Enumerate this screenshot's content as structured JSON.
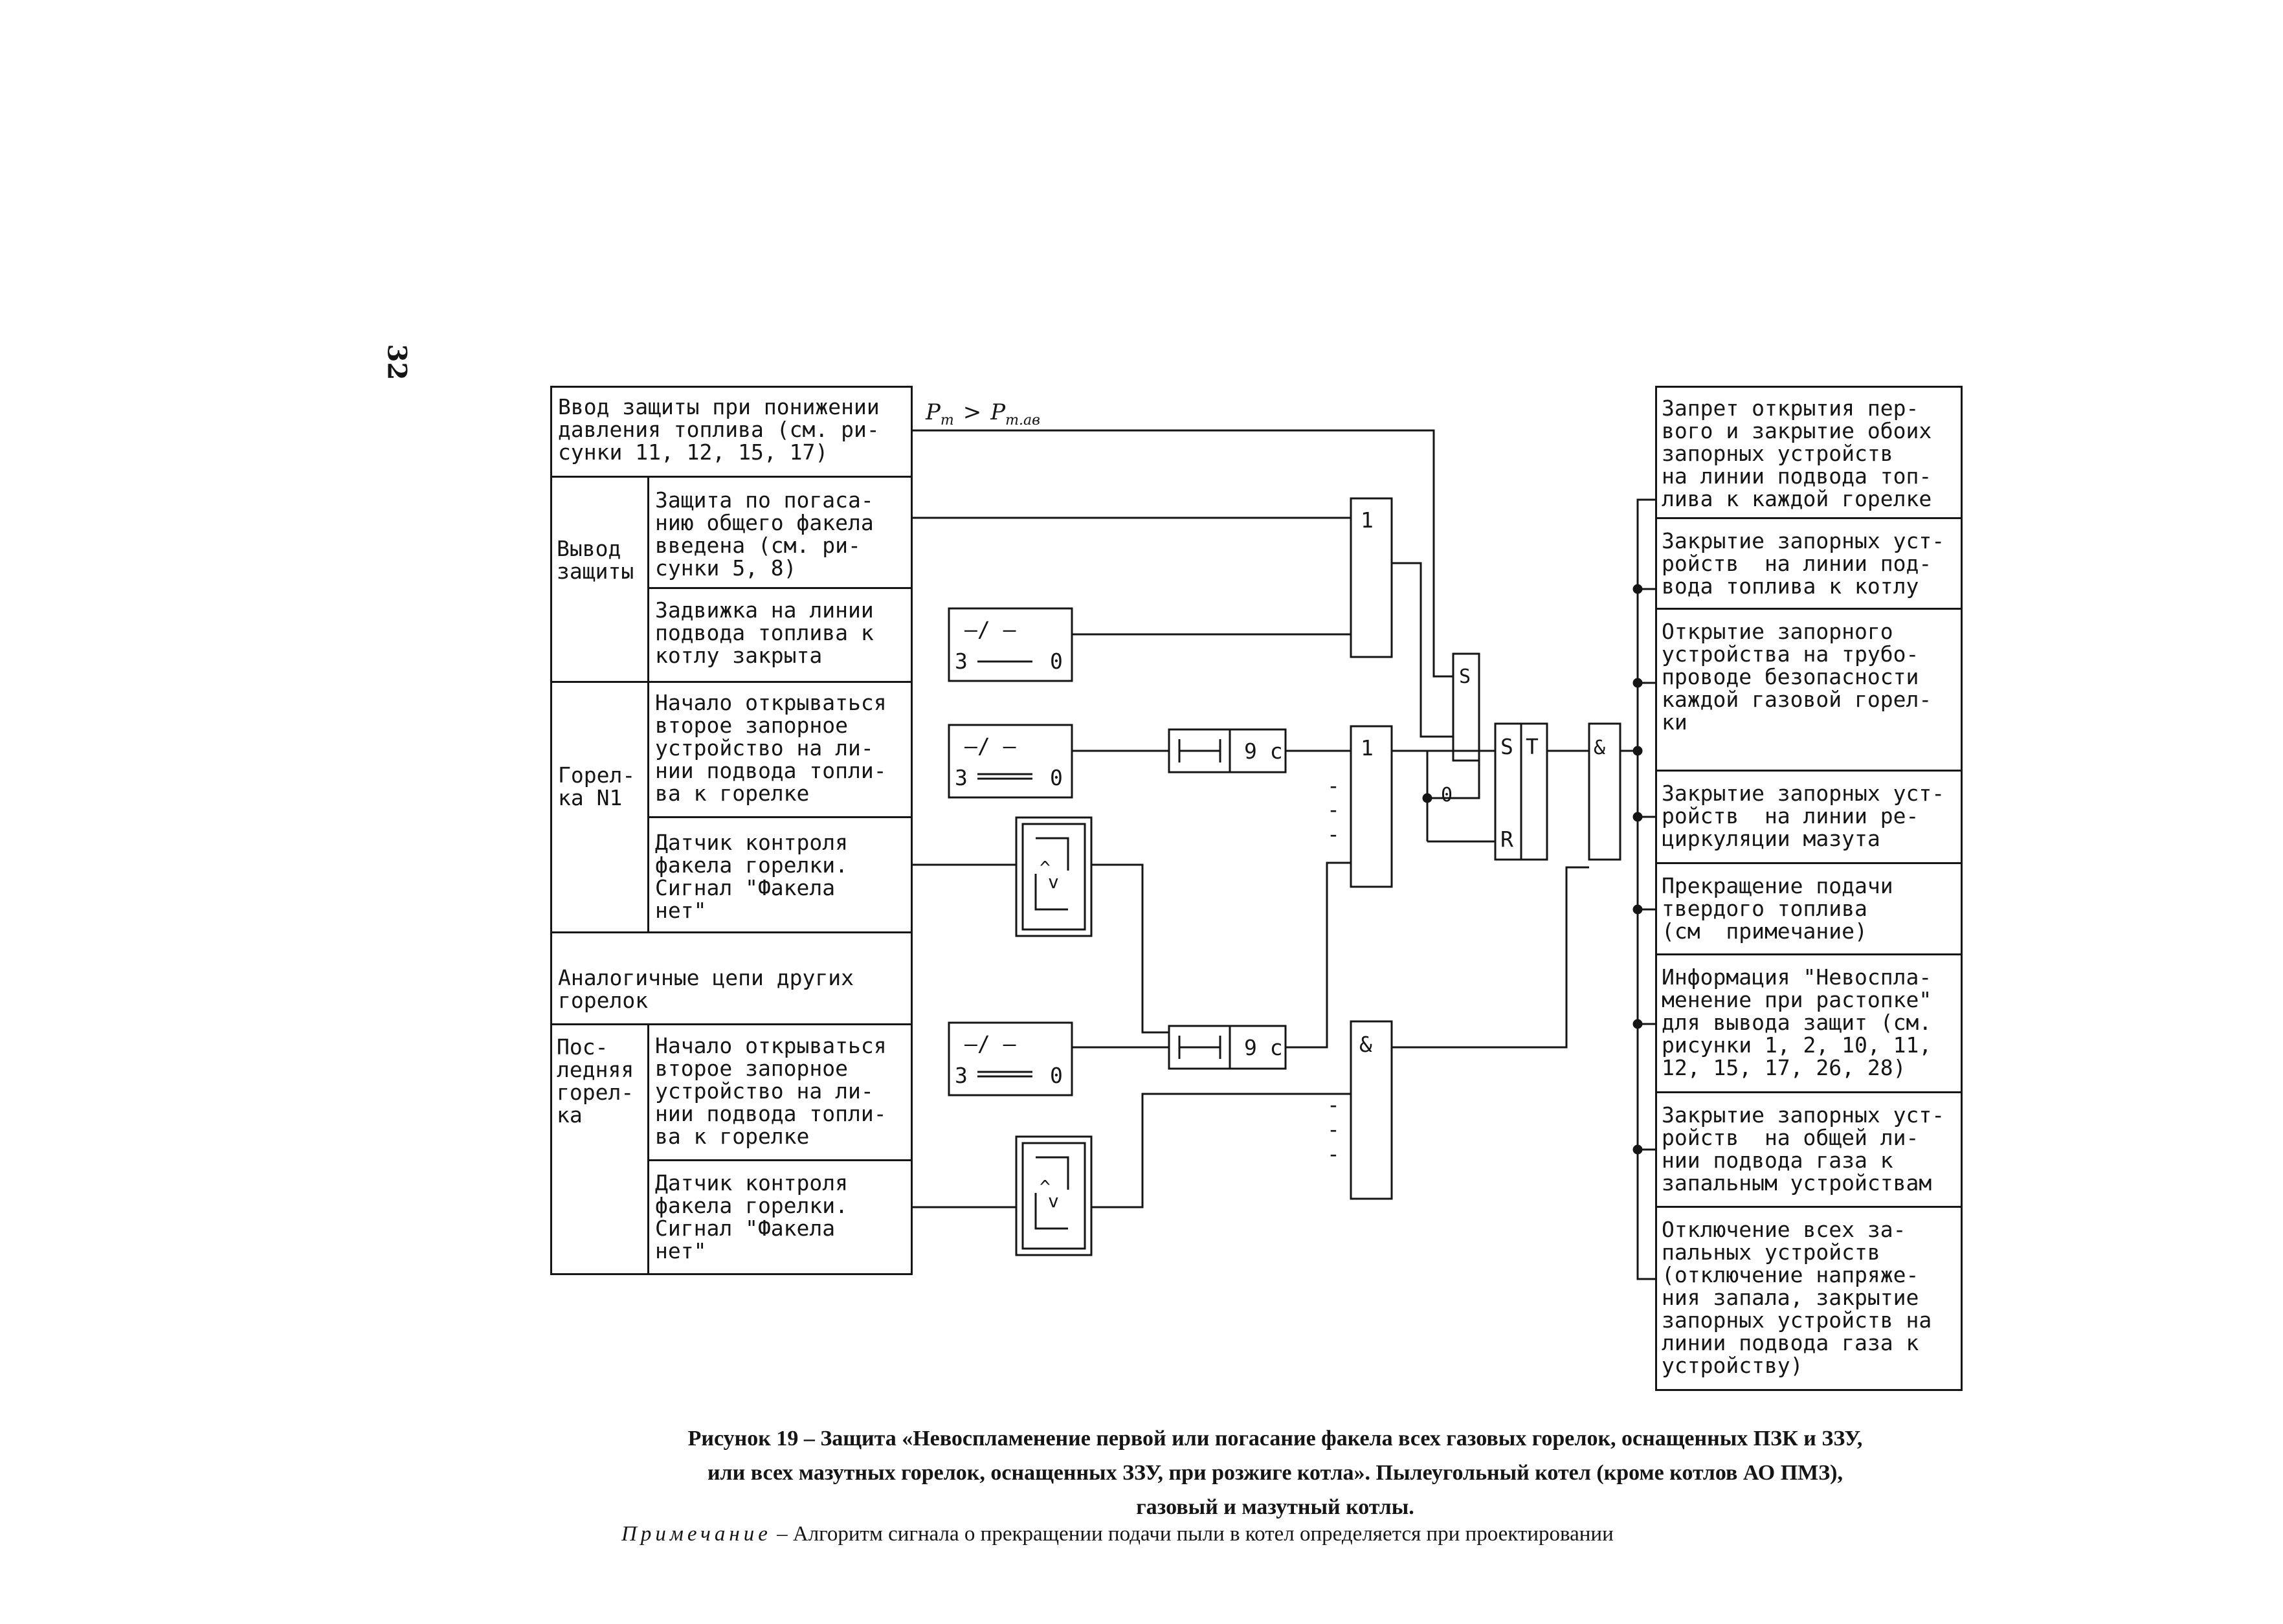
{
  "page_number": "32",
  "condition_label": "P_т > P_т.ав",
  "condition": {
    "p": "P",
    "sub1": "т",
    "gt": ">",
    "sub2": "т.ав"
  },
  "inputs": {
    "input_pressure": [
      "Ввод защиты при понижении",
      "давления топлива (см. ри-",
      "сунки 11, 12, 15, 17)"
    ],
    "group_protection_off": [
      "Вывод",
      "защиты"
    ],
    "flame_protection": [
      "Защита по погаса-",
      "нию общего факела",
      "введена (см. ри-",
      "сунки 5, 8)"
    ],
    "valve_closed": [
      "Задвижка на линии",
      "подвода топлива к",
      "котлу закрыта"
    ],
    "group_burner_1": [
      "Горел-",
      "ка N1"
    ],
    "burner1_opening": [
      "Начало открываться",
      "второе запорное",
      "устройство на ли-",
      "нии подвода топли-",
      "ва к горелке"
    ],
    "burner1_sensor": [
      "Датчик контроля",
      "факела горелки.",
      "Сигнал \"Факела",
      "нет\""
    ],
    "other_burners": [
      "Аналогичные цепи других",
      "горелок"
    ],
    "group_last_burner": [
      "Пос-",
      "ледняя",
      "горел-",
      "ка"
    ],
    "last_opening": [
      "Начало открываться",
      "второе запорное",
      "устройство на ли-",
      "нии подвода топли-",
      "ва к горелке"
    ],
    "last_sensor": [
      "Датчик контроля",
      "факела горелки.",
      "Сигнал \"Факела",
      "нет\""
    ]
  },
  "switch": {
    "top": "—/ —",
    "bottom_left": "3",
    "bottom_right": "0"
  },
  "timers": {
    "timer1": "9 с",
    "timer2": "9 с"
  },
  "gates": {
    "or": "1",
    "and": "&",
    "s": "S",
    "t": "T",
    "r": "R",
    "zero": "0",
    "dash": "-"
  },
  "outputs": {
    "out1": [
      "Запрет открытия пер-",
      "вого и закрытие обоих",
      "запорных устройств",
      "на линии подвода топ-",
      "лива к каждой горелке"
    ],
    "out2": [
      "Закрытие запорных уст-",
      "ройств  на линии под-",
      "вода топлива к котлу"
    ],
    "out3": [
      "Открытие запорного",
      "устройства на трубо-",
      "проводе безопасности",
      "каждой газовой горел-",
      "ки"
    ],
    "out4": [
      "Закрытие запорных уст-",
      "ройств  на линии ре-",
      "циркуляции мазута"
    ],
    "out5": [
      "Прекращение подачи",
      "твердого топлива",
      "(см  примечание)"
    ],
    "out6": [
      "Информация \"Невоспла-",
      "менение при растопке\"",
      "для вывода защит (см.",
      "рисунки 1, 2, 10, 11,",
      "12, 15, 17, 26, 28)"
    ],
    "out7": [
      "Закрытие запорных уст-",
      "ройств  на общей ли-",
      "нии подвода газа к",
      "запальным устройствам"
    ],
    "out8": [
      "Отключение всех за-",
      "пальных устройств",
      "(отключение напряже-",
      "ния запала, закрытие",
      "запорных устройств на",
      "линии подвода газа к",
      "устройству)"
    ]
  },
  "caption": [
    "Рисунок 19 – Защита «Невоспламенение первой или погасание факела всех газовых горелок, оснащенных ПЗК и ЗЗУ,",
    "или всех мазутных горелок, оснащенных ЗЗУ, при розжиге котла». Пылеугольный котел (кроме котлов АО ПМЗ),",
    "газовый и мазутный котлы."
  ],
  "note": {
    "label": "Примечание",
    "text": " – Алгоритм сигнала о прекращении подачи пыли в котел определяется при проектировании"
  }
}
